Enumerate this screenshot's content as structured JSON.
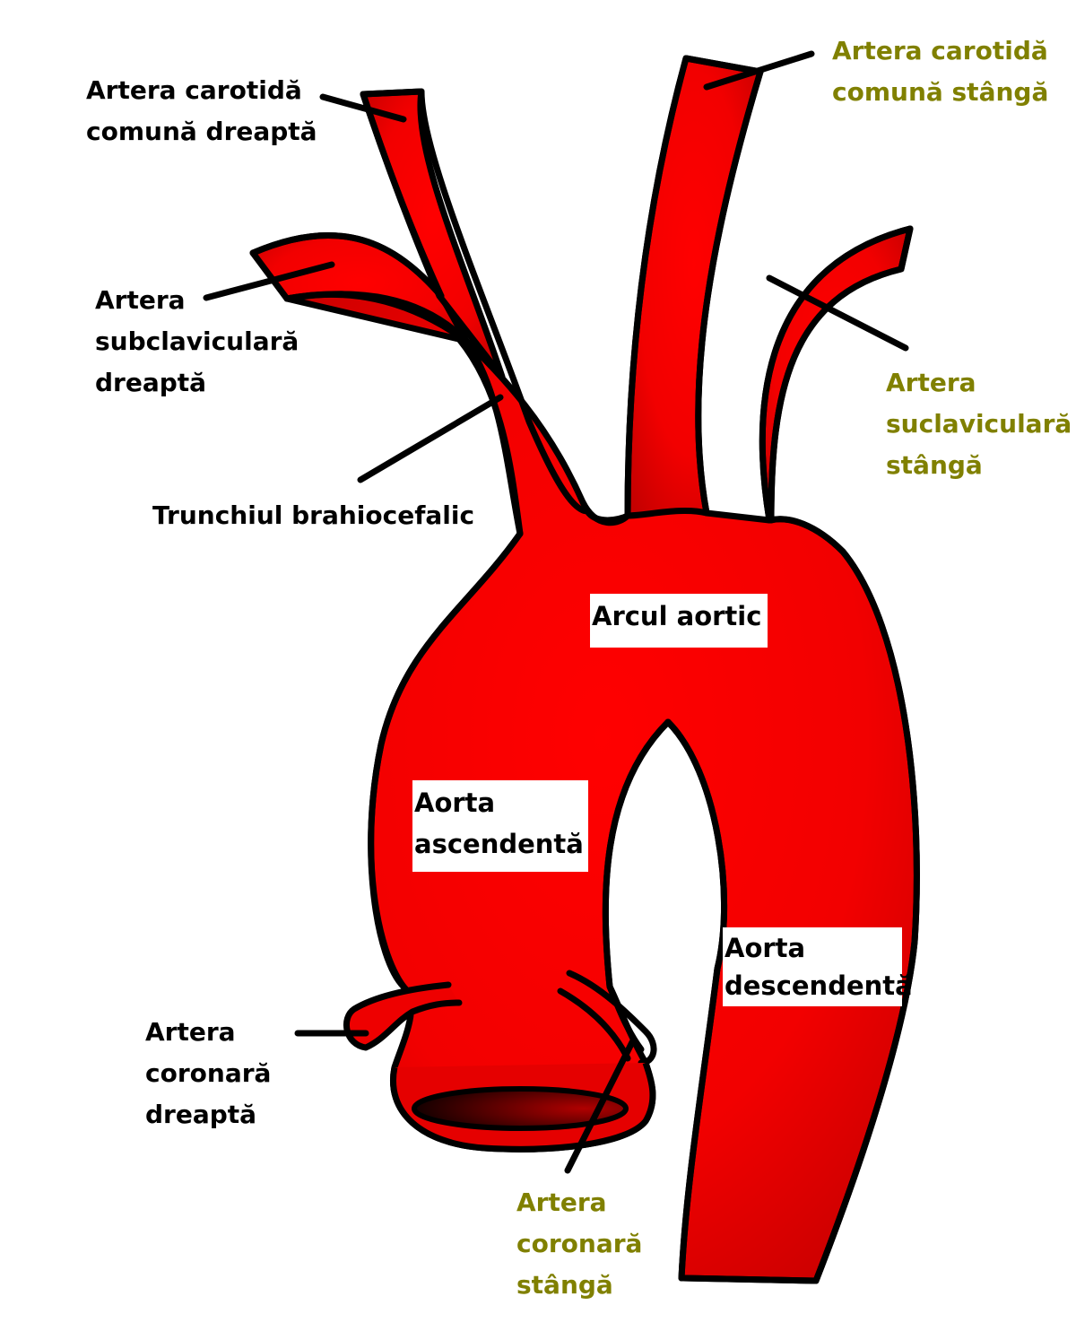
{
  "colors": {
    "vessel": "#ff0000",
    "vessel_dark": "#cc0000",
    "outline": "#000000",
    "label_black": "#000000",
    "label_olive": "#808000"
  },
  "labels": {
    "right_carotid": [
      "Artera carotidă",
      "comună dreaptă"
    ],
    "left_carotid": [
      "Artera carotidă",
      "comună stângă"
    ],
    "right_subclavian": [
      "Artera",
      "subclaviculară",
      "dreaptă"
    ],
    "left_subclavian": [
      "Artera",
      "suclaviculară",
      "stângă"
    ],
    "brachiocephalic": "Trunchiul brahiocefalic",
    "aortic_arch": "Arcul aortic",
    "ascending_aorta": [
      "Aorta",
      "ascendentă"
    ],
    "descending_aorta": [
      "Aorta",
      "descendentă"
    ],
    "right_coronary": [
      "Artera",
      "coronară",
      "dreaptă"
    ],
    "left_coronary": [
      "Artera",
      "coronară",
      "stângă"
    ]
  }
}
